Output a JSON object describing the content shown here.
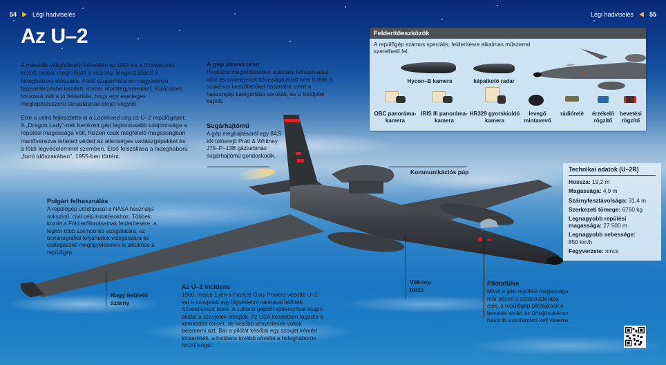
{
  "header": {
    "left_page_number": "54",
    "left_section": "Légi hadviselés",
    "right_section": "Légi hadviselés",
    "right_page_number": "55",
    "arrow_color": "#f2a93b"
  },
  "title": "Az U–2",
  "intro": {
    "paragraphs": [
      "A második világháborút követően az USA és a Szovjetunió között hamar megromlott a viszony. Megkezdődött a hidegháború időszaka. A két szuperhatalom nagyarányú fegyverkezésbe kezdett, immár atomfegyverekkel. Különösen fontossá vált a jó felderítés, hogy egy esetleges meglepetésszerű támadásnak elejét vegyék.",
      "Erre a célra fejlesztette ki a Lockheed cég az U–2 repülőgépet. A „Dragon Lady”-nek becézett gép legfontosabb tulajdonsága a repülési magassága volt, hiszen csak megfelelő magasságban manőverezve lehetett védett az ellenséges vadászgépekkel és a földi légvédelemmel szemben. Első felszállása a hidegháború „forró időszakában”, 1955-ben történt."
    ]
  },
  "naming": {
    "heading": "A gép elnevezése",
    "text": "Hivatalos megjelölésében speciális felhasználási köre és projektjének titkossága miatt nem tudták a szokásos kezdőbetűket használni, ezért a haszongép kategóriába sorolták, és U betűjelet kapott."
  },
  "engine": {
    "heading": "Sugárhajtómű",
    "text": "A gép meghajtásáról egy 84,5 kN tolóerejű Pratt & Whitney J75–P–13B gázturbinás sugárhajtómű gondoskodik."
  },
  "civil": {
    "heading": "Polgári felhasználás",
    "text": "A repülőgép utódtípusát a NASA használja sokszínű, civil célú kutatásokhoz. Többek között a Föld erőforrásainak felderítésére, a légkör több szempontú vizsgálatára, az oceanográfiai folyamatok vizsgálatára és csillagászati megfigyelésekre is alkalmas a repülőgép."
  },
  "incident": {
    "heading": "Az U–2 incidens",
    "text": "1960. május 1-jén a Francis Gary Powers vezette U–2-est a szovjetek egy légvédelmi rakétával lelőtték Szverdlovszk felett. A zuhanó gépből ejtőernyővel kiugró pilótát a szovjetek elfogták. Az USA kezdetben tagadta a kémkedés tényét, de később kénytelenek voltak beismerni azt. Bár a pilótát később egy szovjet kémért kicserélték, a incidens tovább növelte a hidegháborús feszültséget."
  },
  "cockpit": {
    "heading": "Pilótafülke",
    "text": "Mivel a gép repülési magassága már bőven a sztratoszférába esik, a repülőgép pilótájának a bevetés során az űrhajósokéhoz hasonló szkafandert kell viselnie."
  },
  "callouts": {
    "comm_hump": "Kommunikációs púp",
    "wing_line1": "Nagy felületű",
    "wing_line2": "szárny",
    "fuselage_line1": "Vékony",
    "fuselage_line2": "törzs"
  },
  "recon": {
    "title": "Felderítőeszközök",
    "description": "A repülőgép számos speciális, felderítésre alkalmas műszerrel szerelhető fel.",
    "items": [
      {
        "label": "Hycon–B kamera",
        "icon": "camera-pod-icon"
      },
      {
        "label": "képalkotó radar",
        "icon": "radar-pod-icon"
      },
      {
        "label": "OBC panoráma-kamera",
        "line1": "OBC panoráma-",
        "line2": "kamera",
        "icon": "panoramic-camera-icon"
      },
      {
        "label": "IRIS III panoráma-kamera",
        "line1": "IRIS III panoráma-",
        "line2": "kamera",
        "icon": "panoramic-camera-icon"
      },
      {
        "label": "HR329 gyorskioldó kamera",
        "line1": "HR329 gyorskioldó",
        "line2": "kamera",
        "icon": "quick-release-camera-icon"
      },
      {
        "label": "levegő mintavevő",
        "line1": "levegő",
        "line2": "mintavevő",
        "icon": "air-sampler-icon"
      },
      {
        "label": "rádiórelé",
        "line1": "rádiórelé",
        "line2": "",
        "icon": "radio-relay-icon"
      },
      {
        "label": "érzékelő rögzítő",
        "line1": "érzékelő",
        "line2": "rögzítő",
        "icon": "sensor-recorder-icon"
      },
      {
        "label": "bevetési rögzítő",
        "line1": "bevetési",
        "line2": "rögzítő",
        "icon": "mission-recorder-icon"
      }
    ]
  },
  "specs": {
    "title": "Technikai adatok (U–2R)",
    "rows": [
      {
        "label": "Hossza:",
        "value": "19,2 m"
      },
      {
        "label": "Magassága:",
        "value": "4,9 m"
      },
      {
        "label": "Szárnyfesztávolsága:",
        "value": "31,4 m"
      },
      {
        "label": "Szerkezeti tömege:",
        "value": "6760 kg"
      },
      {
        "label": "Legnagyobb repülési magassága:",
        "value": "27 500 m"
      },
      {
        "label": "Legnagyobb sebessége:",
        "value": "850 km/h"
      },
      {
        "label": "Fegyverzete:",
        "value": "nincs"
      }
    ]
  }
}
